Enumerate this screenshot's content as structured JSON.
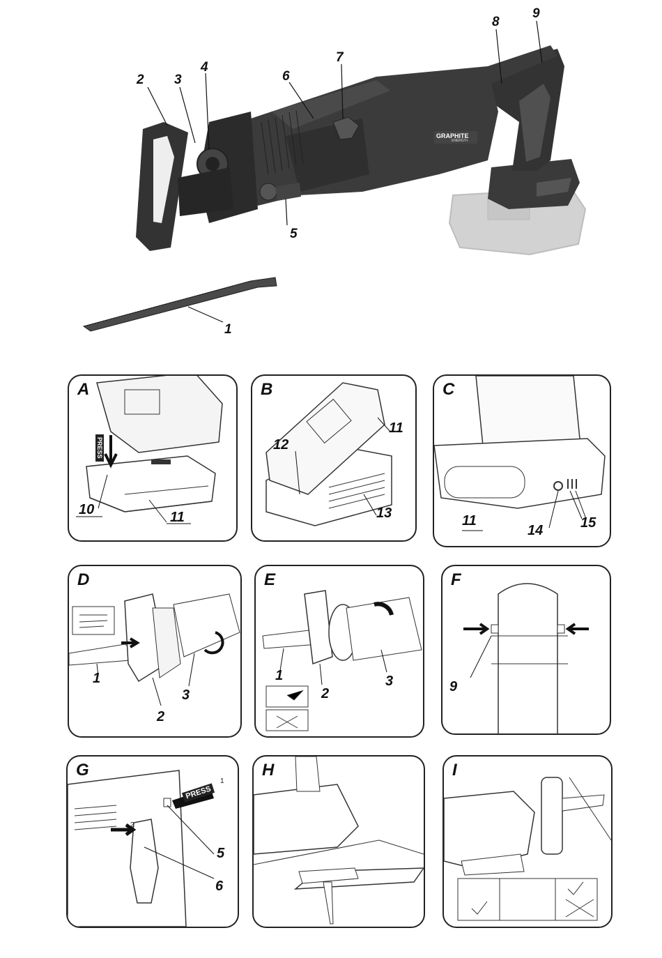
{
  "hero": {
    "callouts": [
      "1",
      "2",
      "3",
      "4",
      "5",
      "6",
      "7",
      "8",
      "9"
    ],
    "brand": "GRAPHITE",
    "brand_sub": "ENERGY+"
  },
  "panels": [
    {
      "letter": "A",
      "labels": [
        "10",
        "11"
      ],
      "press": "PRESS"
    },
    {
      "letter": "B",
      "labels": [
        "11",
        "12",
        "13"
      ]
    },
    {
      "letter": "C",
      "labels": [
        "11",
        "14",
        "15"
      ]
    },
    {
      "letter": "D",
      "labels": [
        "1",
        "2",
        "3"
      ]
    },
    {
      "letter": "E",
      "labels": [
        "1",
        "2",
        "3"
      ]
    },
    {
      "letter": "F",
      "labels": [
        "9"
      ]
    },
    {
      "letter": "G",
      "labels": [
        "5",
        "6"
      ],
      "press": "PRESS",
      "steps": [
        "1",
        "2"
      ]
    },
    {
      "letter": "H",
      "labels": []
    },
    {
      "letter": "I",
      "labels": []
    }
  ]
}
